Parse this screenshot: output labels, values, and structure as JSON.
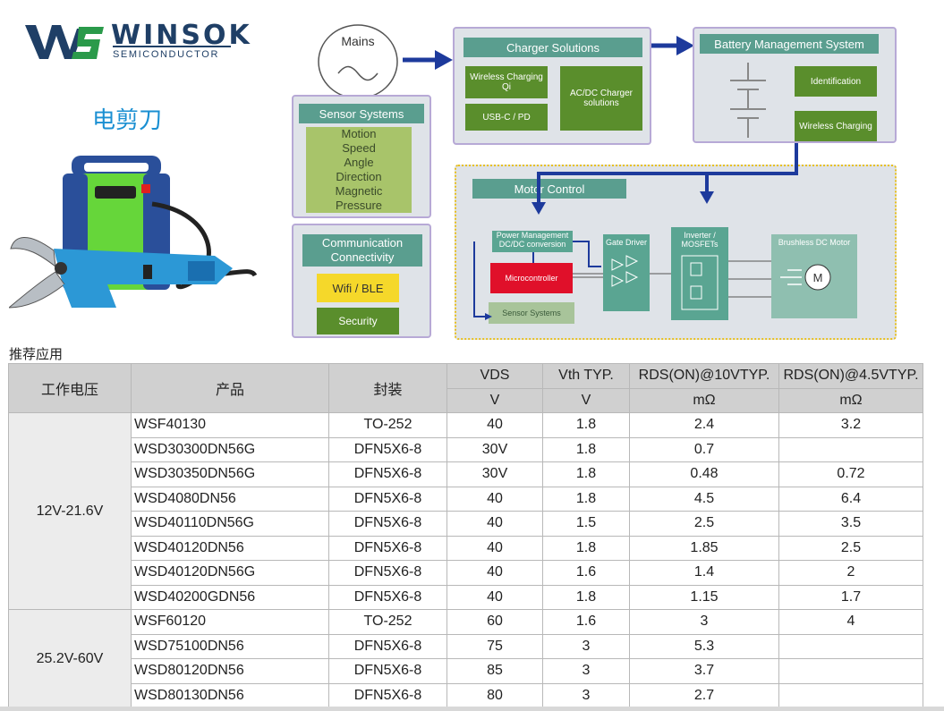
{
  "logo": {
    "brand": "WINSOK",
    "sub": "SEMICONDUCTOR",
    "icon": "ws-logo-icon"
  },
  "product_title": "电剪刀",
  "product_image": {
    "icon": "electric-pruning-shears-icon"
  },
  "diagram": {
    "mains": "Mains",
    "charger": {
      "title": "Charger Solutions",
      "wireless": "Wireless Charging Qi",
      "usb": "USB-C / PD",
      "acdc": "AC/DC Charger solutions"
    },
    "bms": {
      "title": "Battery Management System",
      "identification": "Identification",
      "wireless": "Wireless Charging"
    },
    "sensor": {
      "title": "Sensor Systems",
      "items": [
        "Motion",
        "Speed",
        "Angle",
        "Direction",
        "Magnetic",
        "Pressure"
      ]
    },
    "comm": {
      "title": "Communication Connectivity",
      "wifi": "Wifi / BLE",
      "security": "Security"
    },
    "motor": {
      "title": "Motor Control",
      "power_mgmt": "Power Management DC/DC conversion",
      "microcontroller": "Microcontroller",
      "sensor_systems": "Sensor Systems",
      "gate_driver": "Gate Driver",
      "inverter": "Inverter / MOSFETs",
      "bldc": "Brushless DC Motor",
      "motor_symbol": "M"
    },
    "colors": {
      "arrow": "#1d3a9c",
      "panel": "#dfe3e8",
      "header": "#5a9e8f",
      "green": "#5a8e2c",
      "micro": "#e0102a",
      "wifi": "#f5d82a"
    }
  },
  "table": {
    "title": "推荐应用",
    "headers": {
      "voltage": "工作电压",
      "product": "产品",
      "package": "封装",
      "vds": "VDS",
      "vds_unit": "V",
      "vth": "Vth TYP.",
      "vth_unit": "V",
      "rds10": "RDS(ON)@10VTYP.",
      "rds10_unit": "mΩ",
      "rds45": "RDS(ON)@4.5VTYP.",
      "rds45_unit": "mΩ"
    },
    "groups": [
      {
        "voltage": "12V-21.6V",
        "rows": [
          {
            "product": "WSF40130",
            "package": "TO-252",
            "vds": "40",
            "vth": "1.8",
            "rds10": "2.4",
            "rds45": "3.2"
          },
          {
            "product": "WSD30300DN56G",
            "package": "DFN5X6-8",
            "vds": "30V",
            "vth": "1.8",
            "rds10": "0.7",
            "rds45": ""
          },
          {
            "product": "WSD30350DN56G",
            "package": "DFN5X6-8",
            "vds": "30V",
            "vth": "1.8",
            "rds10": "0.48",
            "rds45": "0.72"
          },
          {
            "product": "WSD4080DN56",
            "package": "DFN5X6-8",
            "vds": "40",
            "vth": "1.8",
            "rds10": "4.5",
            "rds45": "6.4"
          },
          {
            "product": "WSD40110DN56G",
            "package": "DFN5X6-8",
            "vds": "40",
            "vth": "1.5",
            "rds10": "2.5",
            "rds45": "3.5"
          },
          {
            "product": "WSD40120DN56",
            "package": "DFN5X6-8",
            "vds": "40",
            "vth": "1.8",
            "rds10": "1.85",
            "rds45": "2.5"
          },
          {
            "product": "WSD40120DN56G",
            "package": "DFN5X6-8",
            "vds": "40",
            "vth": "1.6",
            "rds10": "1.4",
            "rds45": "2"
          },
          {
            "product": "WSD40200GDN56",
            "package": "DFN5X6-8",
            "vds": "40",
            "vth": "1.8",
            "rds10": "1.15",
            "rds45": "1.7"
          }
        ]
      },
      {
        "voltage": "25.2V-60V",
        "rows": [
          {
            "product": "WSF60120",
            "package": "TO-252",
            "vds": "60",
            "vth": "1.6",
            "rds10": "3",
            "rds45": "4"
          },
          {
            "product": "WSD75100DN56",
            "package": "DFN5X6-8",
            "vds": "75",
            "vth": "3",
            "rds10": "5.3",
            "rds45": ""
          },
          {
            "product": "WSD80120DN56",
            "package": "DFN5X6-8",
            "vds": "85",
            "vth": "3",
            "rds10": "3.7",
            "rds45": ""
          },
          {
            "product": "WSD80130DN56",
            "package": "DFN5X6-8",
            "vds": "80",
            "vth": "3",
            "rds10": "2.7",
            "rds45": ""
          }
        ]
      }
    ]
  }
}
